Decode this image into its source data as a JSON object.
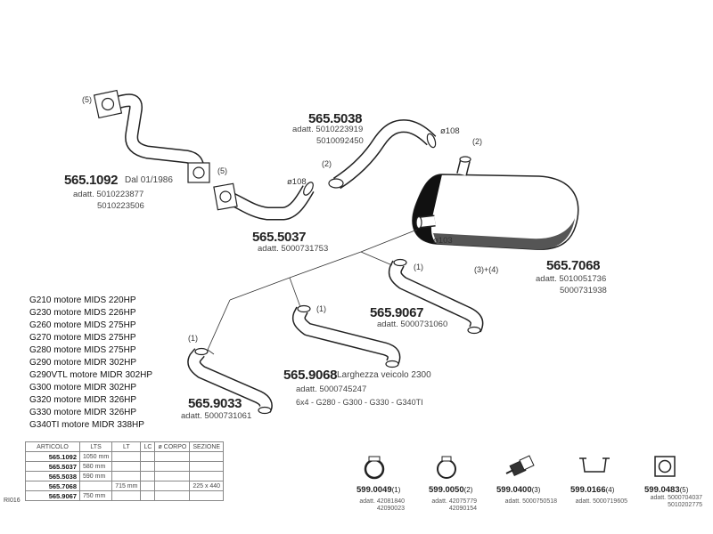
{
  "parts": {
    "p1092": {
      "code": "565.1092",
      "note": "Dal 01/1986",
      "adatt": "adatt. 5010223877",
      "adatt2": "5010223506",
      "qty": "(5)"
    },
    "p5037": {
      "code": "565.5037",
      "adatt": "adatt. 5000731753",
      "qty": "(5)",
      "diam": "ø108"
    },
    "p5038": {
      "code": "565.5038",
      "adatt": "adatt. 5010223919",
      "adatt2": "5010092450",
      "qty": "(2)",
      "diam": "ø108"
    },
    "p7068": {
      "code": "565.7068",
      "adatt": "adatt. 5010051736",
      "adatt2": "5000731938",
      "qty": "(3)+(4)",
      "qty_top": "(2)",
      "diam": "ø103"
    },
    "p9067": {
      "code": "565.9067",
      "adatt": "adatt. 5000731060",
      "qty": "(1)"
    },
    "p9068": {
      "code": "565.9068",
      "note": "Larghezza veicolo 2300",
      "adatt": "adatt. 5000745247",
      "variants": "6x4 - G280 - G300 - G330 - G340TI",
      "qty": "(1)"
    },
    "p9033": {
      "code": "565.9033",
      "adatt": "adatt. 5000731061",
      "qty": "(1)"
    }
  },
  "applications": [
    "G210 motore MIDS 220HP",
    "G230 motore MIDS 226HP",
    "G260 motore MIDS 275HP",
    "G270 motore MIDS 275HP",
    "G280 motore MIDS 275HP",
    "G290 motore MIDR 302HP",
    "G290VTL motore MIDR 302HP",
    "G300 motore MIDR 302HP",
    "G320 motore MIDR 326HP",
    "G330 motore MIDR 326HP",
    "G340TI motore MIDR 338HP"
  ],
  "table": {
    "headers": [
      "ARTICOLO",
      "LTS",
      "LT",
      "LC",
      "ø CORPO",
      "SEZIONE"
    ],
    "rows": [
      {
        "art": "565.1092",
        "lts": "1050 mm",
        "lt": "",
        "lc": "",
        "corpo": "",
        "sezione": ""
      },
      {
        "art": "565.5037",
        "lts": "580 mm",
        "lt": "",
        "lc": "",
        "corpo": "",
        "sezione": ""
      },
      {
        "art": "565.5038",
        "lts": "590 mm",
        "lt": "",
        "lc": "",
        "corpo": "",
        "sezione": ""
      },
      {
        "art": "565.7068",
        "lts": "",
        "lt": "715 mm",
        "lc": "",
        "corpo": "",
        "sezione": "225 x 440"
      },
      {
        "art": "565.9067",
        "lts": "750 mm",
        "lt": "",
        "lc": "",
        "corpo": "",
        "sezione": ""
      }
    ],
    "side_label": "RI016"
  },
  "accessories": [
    {
      "code": "599.0049",
      "qty": "(1)",
      "adatt": "adatt. 42081840",
      "adatt2": "42090023",
      "icon": "clamp-icon"
    },
    {
      "code": "599.0050",
      "qty": "(2)",
      "adatt": "adatt. 42075779",
      "adatt2": "42090154",
      "icon": "clamp-icon"
    },
    {
      "code": "599.0400",
      "qty": "(3)",
      "adatt": "adatt. 5000750518",
      "adatt2": "",
      "icon": "rubber-mount-icon"
    },
    {
      "code": "599.0166",
      "qty": "(4)",
      "adatt": "adatt. 5000719605",
      "adatt2": "",
      "icon": "bracket-icon"
    },
    {
      "code": "599.0483",
      "qty": "(5)",
      "adatt": "adatt. 5000704037",
      "adatt2": "5010202775",
      "icon": "gasket-icon"
    }
  ]
}
